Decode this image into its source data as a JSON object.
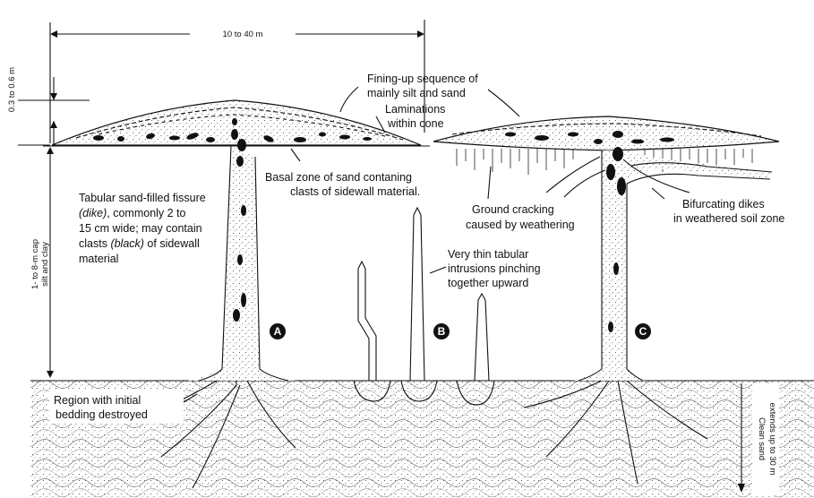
{
  "dimensions": {
    "width_label": "10 to 40 m",
    "cone_height_label": "0.3 to 0.6 m",
    "cap_label_line1": "1- to 8-m cap",
    "cap_label_line2": "silt and clay",
    "sand_depth_line1": "Clean sand",
    "sand_depth_line2": "extends up to 30 m"
  },
  "annotations": {
    "fining_up_line1": "Fining-up sequence of",
    "fining_up_line2": "mainly silt and sand",
    "laminations_line1": "Laminations",
    "laminations_line2": "within cone",
    "basal_line1": "Basal zone of sand contaning",
    "basal_line2": "clasts of sidewall material.",
    "fissure_line1": "Tabular sand-filled fissure",
    "fissure_line2": "(dike), commonly 2 to",
    "fissure_line3": "15 cm wide; may contain",
    "fissure_line4": "clasts (black) of sidewall",
    "fissure_line5": "material",
    "ground_line1": "Ground cracking",
    "ground_line2": "caused by weathering",
    "bifurcating_line1": "Bifurcating dikes",
    "bifurcating_line2": "in weathered soil zone",
    "thin_line1": "Very thin tabular",
    "thin_line2": "intrusions pinching",
    "thin_line3": "together upward",
    "region_line1": "Region with initial",
    "region_line2": "bedding destroyed"
  },
  "markers": [
    "A",
    "B",
    "C"
  ]
}
